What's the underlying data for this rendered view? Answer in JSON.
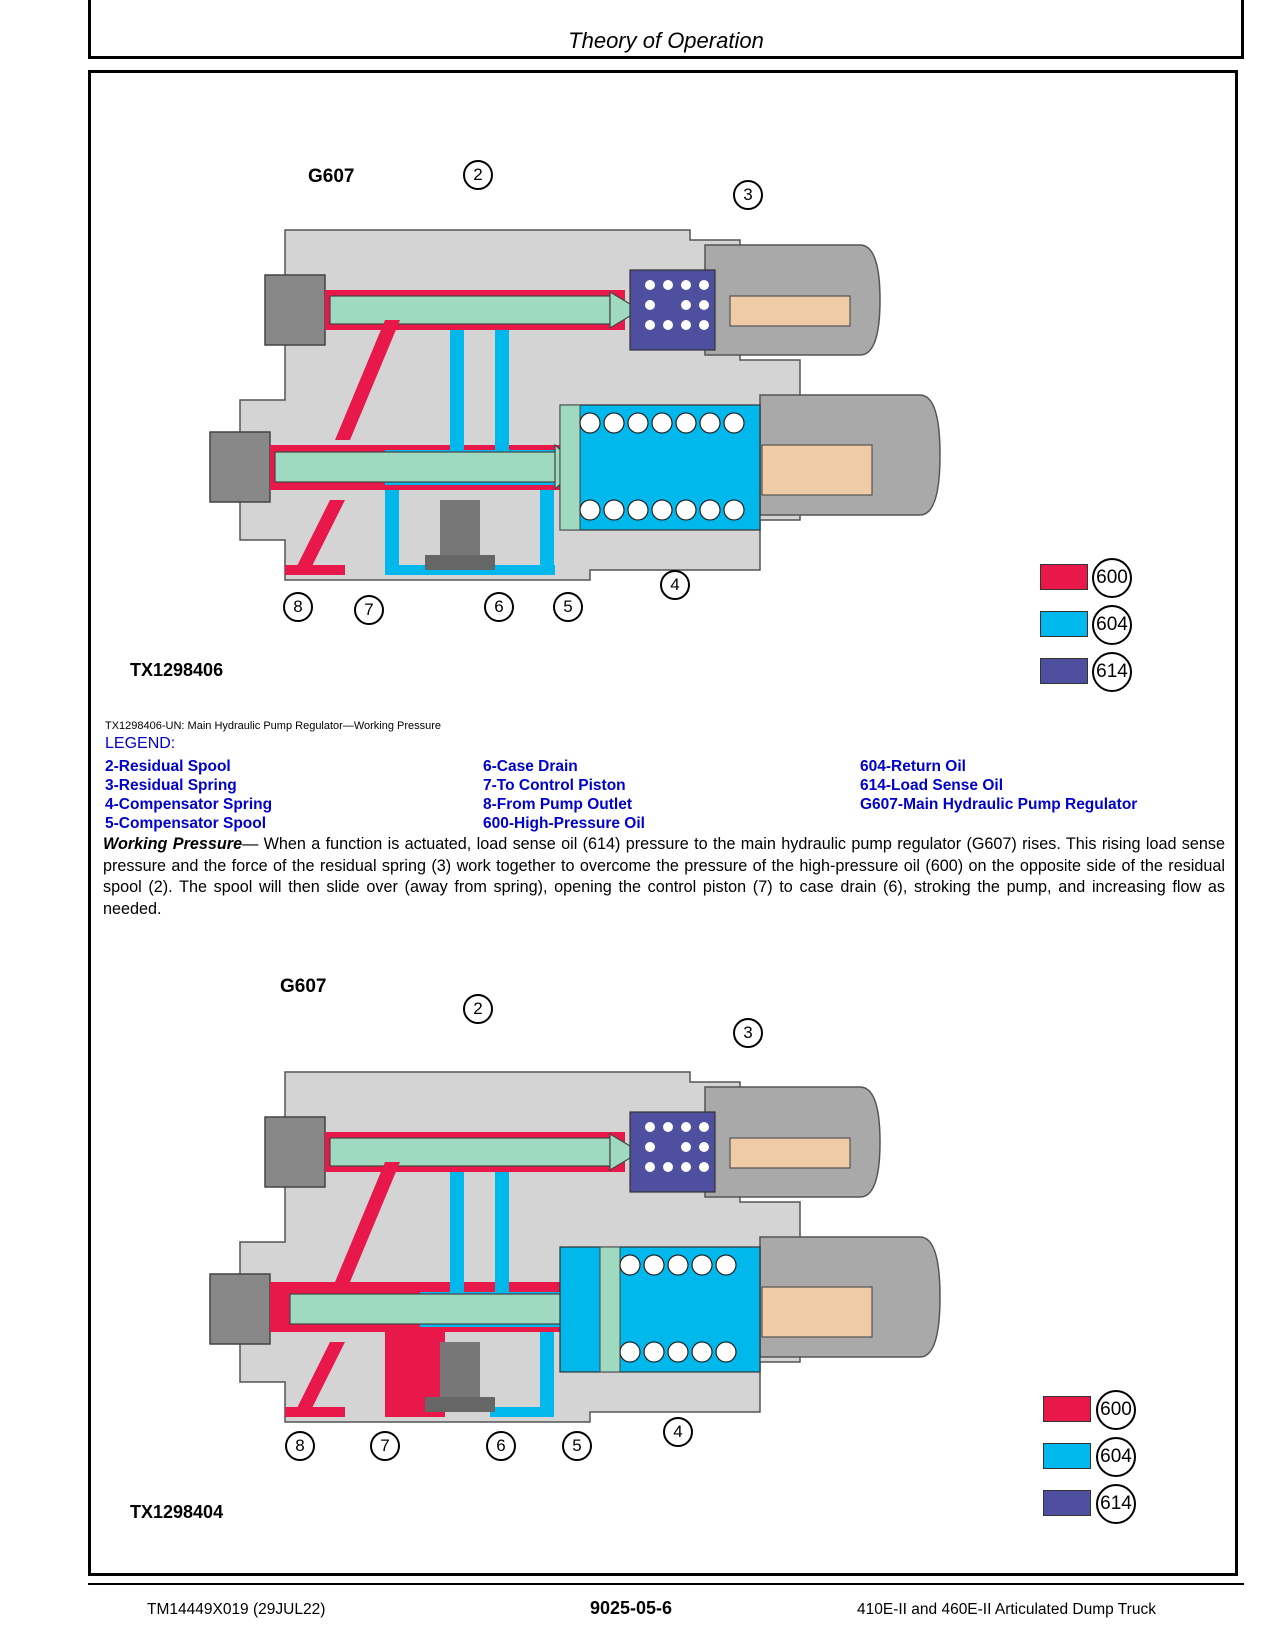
{
  "header": {
    "title": "Theory of Operation"
  },
  "figure1": {
    "part_label": "G607",
    "id": "TX1298406",
    "callouts": [
      "2",
      "3",
      "4",
      "5",
      "6",
      "7",
      "8"
    ],
    "swatches": [
      {
        "code": "600",
        "color": "#e8194a"
      },
      {
        "code": "604",
        "color": "#00b8ec"
      },
      {
        "code": "614",
        "color": "#4e4f9e"
      }
    ]
  },
  "figure2": {
    "part_label": "G607",
    "id": "TX1298404",
    "callouts": [
      "2",
      "3",
      "4",
      "5",
      "6",
      "7",
      "8"
    ],
    "swatches": [
      {
        "code": "600",
        "color": "#e8194a"
      },
      {
        "code": "604",
        "color": "#00b8ec"
      },
      {
        "code": "614",
        "color": "#4e4f9e"
      }
    ]
  },
  "caption": "TX1298406-UN: Main Hydraulic Pump Regulator—Working Pressure",
  "legend": {
    "title": "LEGEND:",
    "col1": [
      "2-Residual Spool",
      "3-Residual Spring",
      "4-Compensator Spring",
      "5-Compensator Spool"
    ],
    "col2": [
      "6-Case Drain",
      "7-To Control Piston",
      "8-From Pump Outlet",
      "600-High-Pressure Oil"
    ],
    "col3": [
      "604-Return Oil",
      "614-Load Sense Oil",
      "G607-Main Hydraulic Pump Regulator"
    ]
  },
  "paragraph": {
    "lead": "Working Pressure",
    "body": "— When a function is actuated, load sense oil (614) pressure to the main hydraulic pump regulator (G607) rises. This rising load sense pressure and the force of the residual spring (3) work together to overcome the pressure of the high-pressure oil (600) on the opposite side of the residual spool (2). The spool will then slide over (away from spring), opening the control piston (7) to case drain (6), stroking the pump, and increasing flow as needed."
  },
  "footer": {
    "left": "TM14449X019 (29JUL22)",
    "center": "9025-05-6",
    "right": "410E-II and 460E-II Articulated Dump Truck"
  },
  "colors": {
    "high_pressure": "#e8194a",
    "return_oil": "#00b8ec",
    "load_sense": "#4e4f9e",
    "spool": "#9fd9bf",
    "body": "#d4d4d4",
    "body_dark": "#a9a9a9",
    "rod": "#efcba6",
    "legend_text": "#0000cc"
  }
}
